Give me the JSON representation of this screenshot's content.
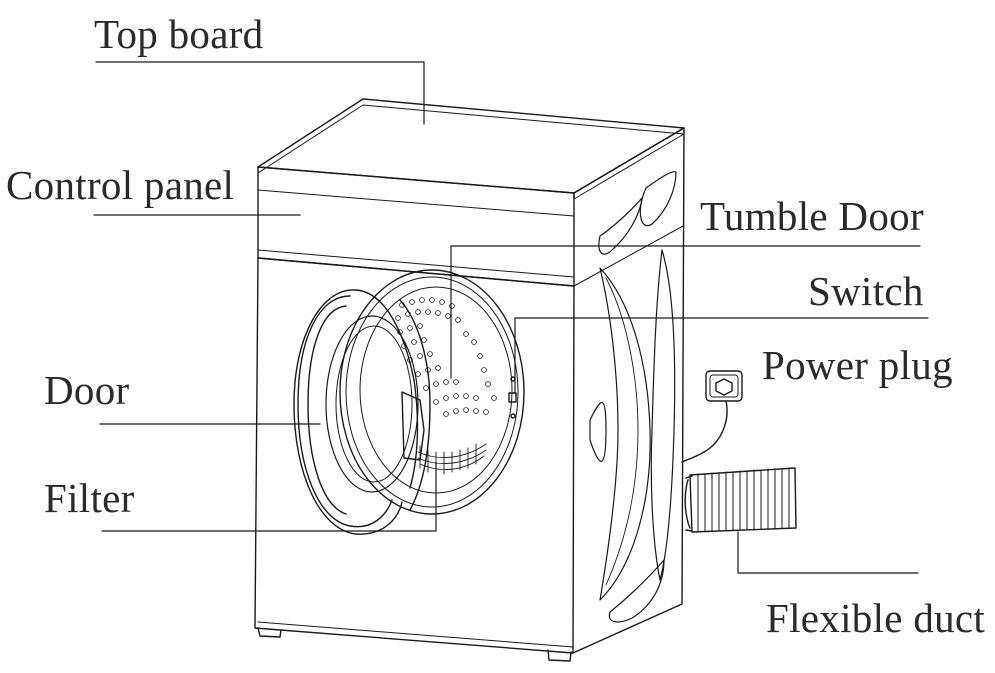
{
  "diagram": {
    "labels": {
      "top_board": "Top board",
      "control_panel": "Control panel",
      "tumble_door": "Tumble Door",
      "switch": "Switch",
      "power_plug": "Power plug",
      "door": "Door",
      "filter": "Filter",
      "flexible_duct": "Flexible duct"
    },
    "colors": {
      "line": "#1a1a1a",
      "label_text": "#2a2a2a",
      "background": "#ffffff"
    }
  }
}
